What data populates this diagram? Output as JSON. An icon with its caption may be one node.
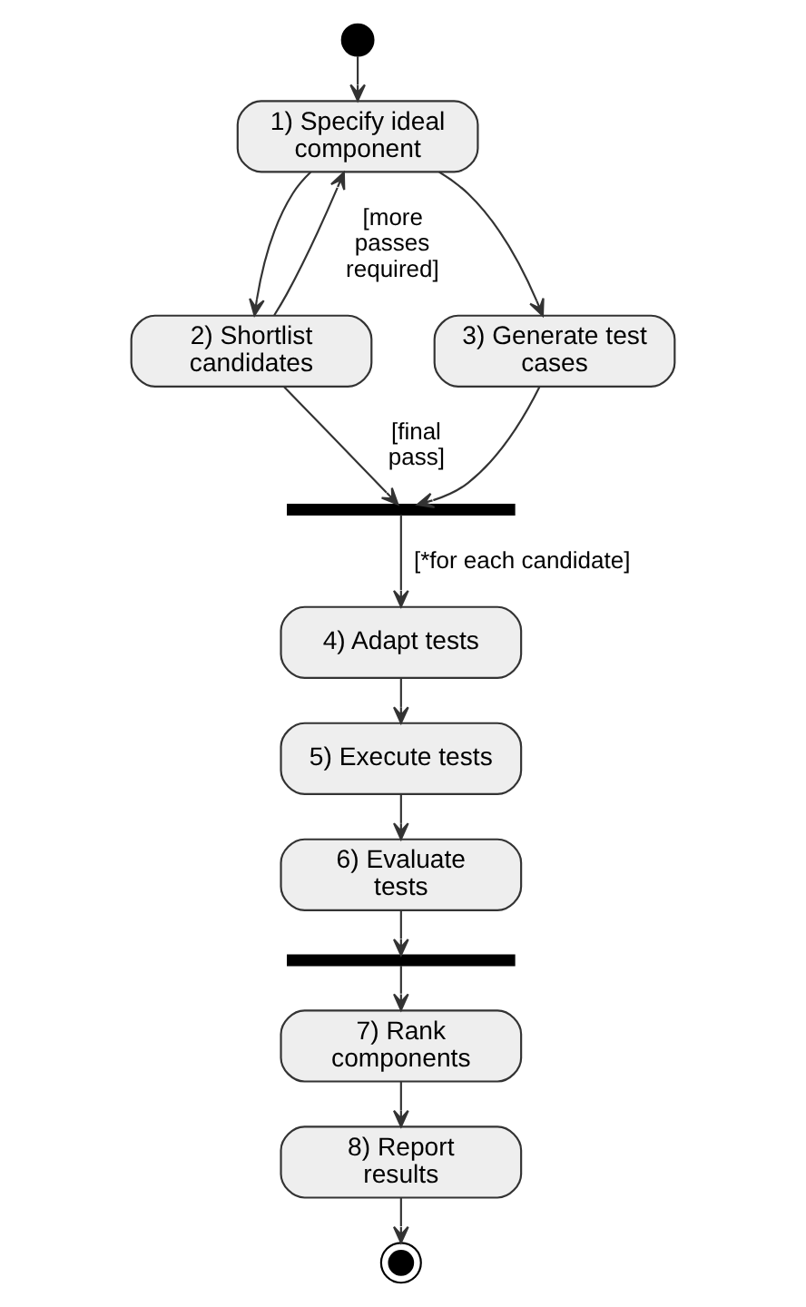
{
  "diagram": {
    "nodes": [
      {
        "text": [],
        "shape": "circle"
      },
      {
        "text": [
          "1) Specify ideal component"
        ]
      },
      {
        "text": [
          "2) Shortlist candidates"
        ]
      },
      {
        "text": [
          "3) Generate test cases"
        ]
      },
      {
        "text": [],
        "shape": "bar"
      },
      {
        "text": [
          "4) Adapt tests"
        ]
      },
      {
        "text": [
          "5) Execute tests"
        ]
      },
      {
        "text": [
          "6) Evaluate tests"
        ]
      },
      {
        "text": [],
        "shape": "bar"
      },
      {
        "text": [
          "7) Rank components"
        ]
      },
      {
        "text": [
          "8) Report results"
        ]
      },
      {
        "text": [],
        "shape": "bullseye"
      }
    ],
    "edges": [
      {
        "from": 0,
        "to": 1,
        "arrow": "to"
      },
      {
        "from": 1,
        "to": 2,
        "arrow": "to"
      },
      {
        "from": 1,
        "to": 3,
        "arrow": "to"
      },
      {
        "from": 2,
        "to": 1,
        "arrow": "to",
        "label": "[more passes required]"
      },
      {
        "from": 2,
        "to": 4,
        "arrow": "to",
        "label": "[final pass]"
      },
      {
        "from": 3,
        "to": 4,
        "arrow": "to"
      },
      {
        "from": 4,
        "to": 5,
        "arrow": "to",
        "label": "[*for each candidate]"
      },
      {
        "from": 5,
        "to": 6,
        "arrow": "to"
      },
      {
        "from": 6,
        "to": 7,
        "arrow": "to"
      },
      {
        "from": 7,
        "to": 8,
        "arrow": "to"
      },
      {
        "from": 8,
        "to": 9,
        "arrow": "to"
      },
      {
        "from": 9,
        "to": 10,
        "arrow": "to"
      },
      {
        "from": 10,
        "to": 11,
        "arrow": "to"
      }
    ]
  }
}
